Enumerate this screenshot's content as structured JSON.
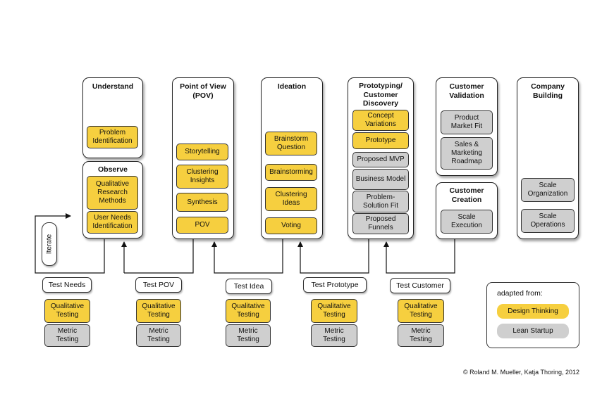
{
  "phases": {
    "understand": {
      "title": "Understand",
      "items": [
        "Problem Identification"
      ]
    },
    "observe": {
      "title": "Observe",
      "items": [
        "Qualitative Research Methods",
        "User Needs Identification"
      ]
    },
    "pov": {
      "title": "Point of View (POV)",
      "items": [
        "Storytelling",
        "Clustering Insights",
        "Synthesis",
        "POV"
      ]
    },
    "ideation": {
      "title": "Ideation",
      "items": [
        "Brainstorm Question",
        "Brainstorming",
        "Clustering Ideas",
        "Voting"
      ]
    },
    "prototyping": {
      "title": "Prototyping/ Customer Discovery",
      "items": [
        "Concept Variations",
        "Prototype",
        "Proposed MVP",
        "Business Model",
        "Problem-Solution Fit",
        "Proposed Funnels"
      ]
    },
    "validation": {
      "title": "Customer Validation",
      "items": [
        "Product Market Fit",
        "Sales & Marketing Roadmap"
      ]
    },
    "creation": {
      "title": "Customer Creation",
      "items": [
        "Scale Execution"
      ]
    },
    "company": {
      "title": "Company Building",
      "items": [
        "Scale Organization",
        "Scale Operations"
      ]
    }
  },
  "iterate_label": "Iterate",
  "tests": [
    {
      "label": "Test Needs",
      "qualitative": "Qualitative Testing",
      "metric": "Metric Testing"
    },
    {
      "label": "Test POV",
      "qualitative": "Qualitative Testing",
      "metric": "Metric Testing"
    },
    {
      "label": "Test Idea",
      "qualitative": "Qualitative Testing",
      "metric": "Metric Testing"
    },
    {
      "label": "Test Prototype",
      "qualitative": "Qualitative Testing",
      "metric": "Metric Testing"
    },
    {
      "label": "Test Customer",
      "qualitative": "Qualitative Testing",
      "metric": "Metric Testing"
    }
  ],
  "legend": {
    "title": "adapted from:",
    "design_thinking": "Design Thinking",
    "lean_startup": "Lean Startup"
  },
  "colors": {
    "design_thinking": "#f6cf3f",
    "lean_startup": "#cfcfcf"
  },
  "copyright": "© Roland M. Mueller, Katja Thoring, 2012"
}
